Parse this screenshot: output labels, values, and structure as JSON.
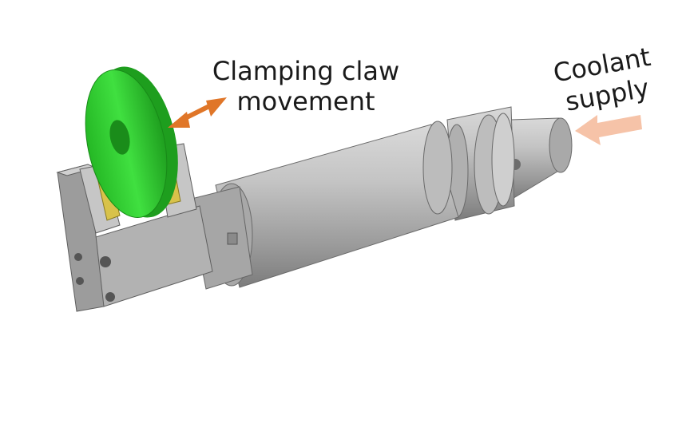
{
  "labels": {
    "clamping": {
      "line1": "Clamping claw",
      "line2": "movement"
    },
    "coolant": {
      "line1": "Coolant",
      "line2": "supply"
    }
  },
  "colors": {
    "clamp_arrow": "#E07628",
    "coolant_arrow": "#F6C3A8",
    "wheel": "#2ECC2E",
    "body": "#B5B5B5",
    "pad": "#D8C24A"
  }
}
